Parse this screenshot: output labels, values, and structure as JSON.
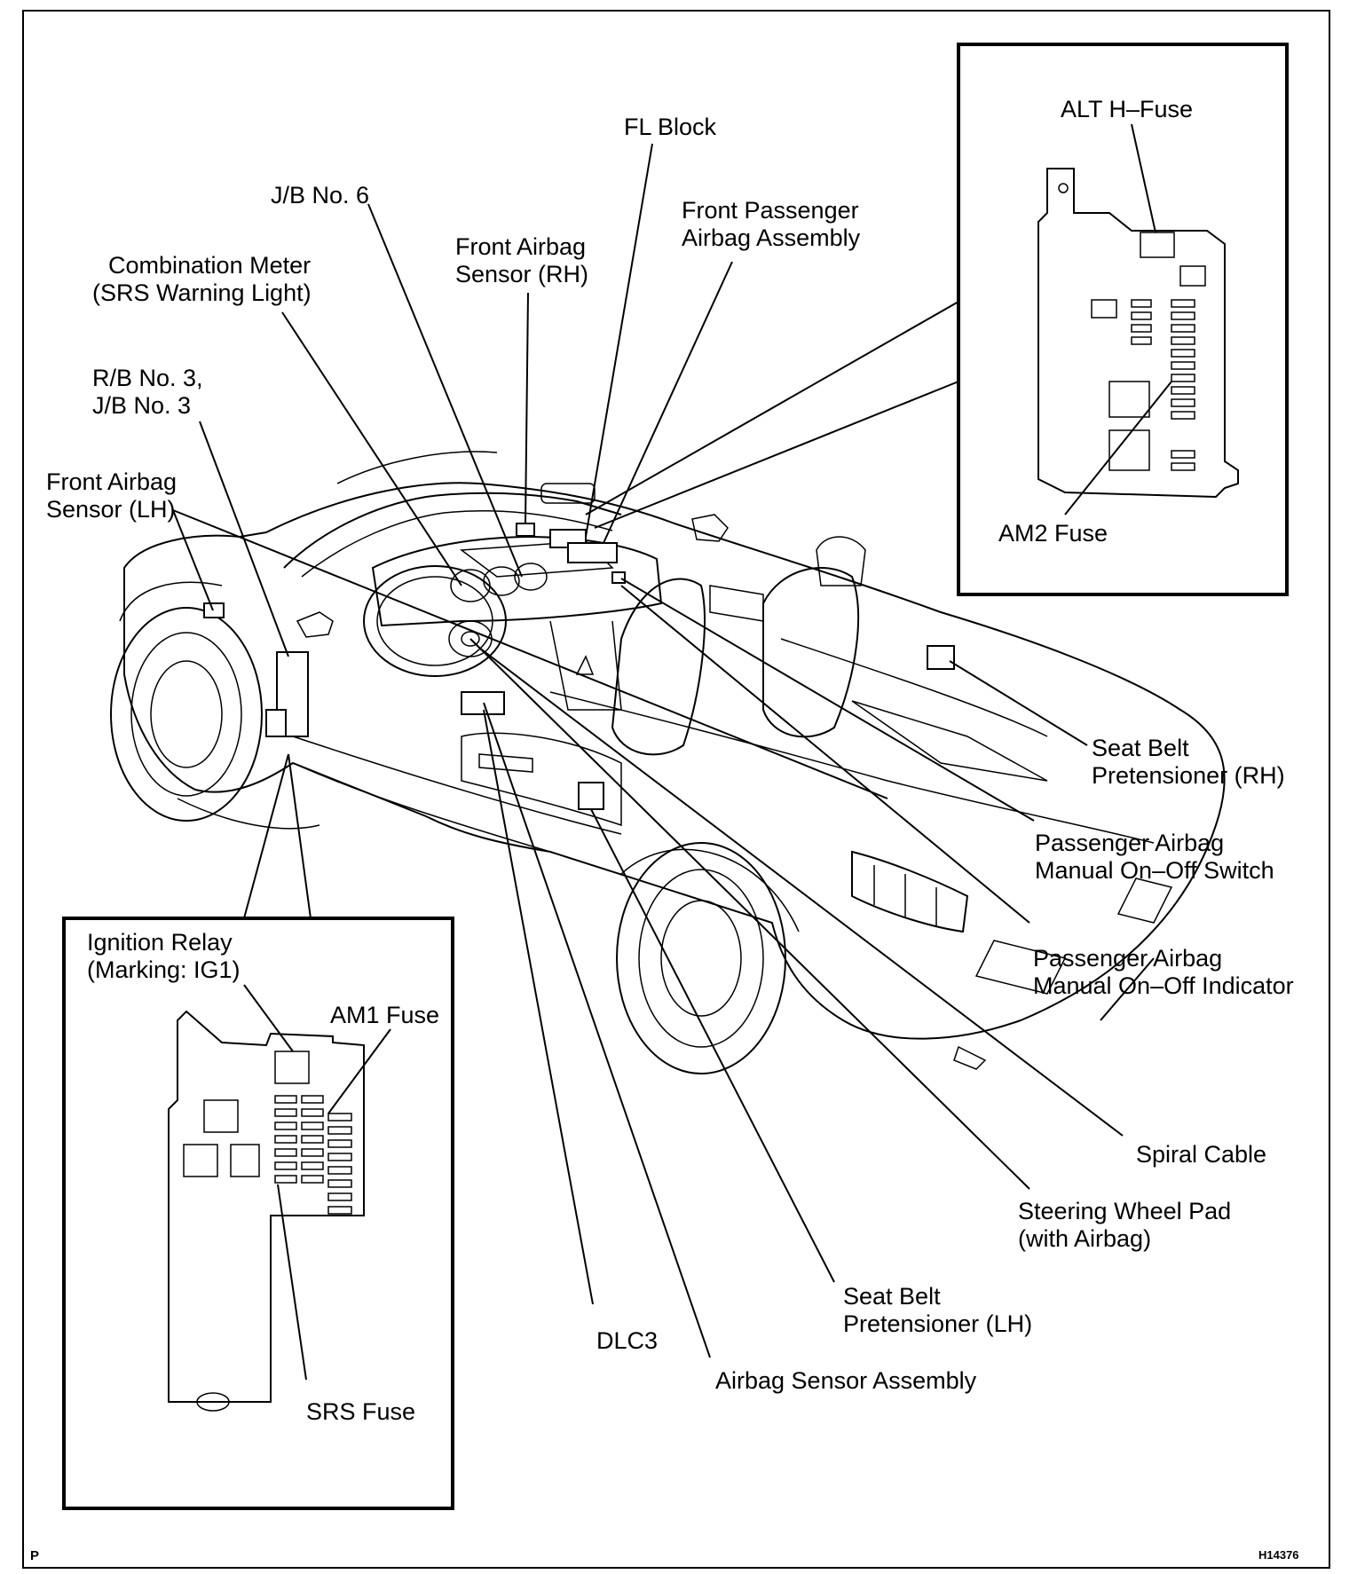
{
  "labels": {
    "fl_block": "FL Block",
    "jb_no6": "J/B No. 6",
    "front_passenger_airbag_1": "Front Passenger",
    "front_passenger_airbag_2": "Airbag Assembly",
    "front_airbag_rh_1": "Front Airbag",
    "front_airbag_rh_2": "Sensor (RH)",
    "combination_meter_1": "Combination Meter",
    "combination_meter_2": "(SRS Warning Light)",
    "rb_no3_1": "R/B No. 3,",
    "rb_no3_2": "J/B No. 3",
    "front_airbag_lh_1": "Front Airbag",
    "front_airbag_lh_2": "Sensor (LH)",
    "alt_h_fuse": "ALT H–Fuse",
    "am2_fuse": "AM2 Fuse",
    "seat_belt_rh_1": "Seat Belt",
    "seat_belt_rh_2": "Pretensioner (RH)",
    "pab_switch_1": "Passenger Airbag",
    "pab_switch_2": "Manual On–Off Switch",
    "pab_indicator_1": "Passenger Airbag",
    "pab_indicator_2": "Manual On–Off Indicator",
    "ignition_relay_1": "Ignition Relay",
    "ignition_relay_2": "(Marking: IG1)",
    "am1_fuse": "AM1 Fuse",
    "srs_fuse": "SRS Fuse",
    "spiral_cable": "Spiral Cable",
    "steering_pad_1": "Steering Wheel Pad",
    "steering_pad_2": "(with Airbag)",
    "seat_belt_lh_1": "Seat Belt",
    "seat_belt_lh_2": "Pretensioner (LH)",
    "dlc3": "DLC3",
    "airbag_sensor_assembly": "Airbag Sensor Assembly",
    "corner_p": "P",
    "figure_code": "H14376"
  }
}
